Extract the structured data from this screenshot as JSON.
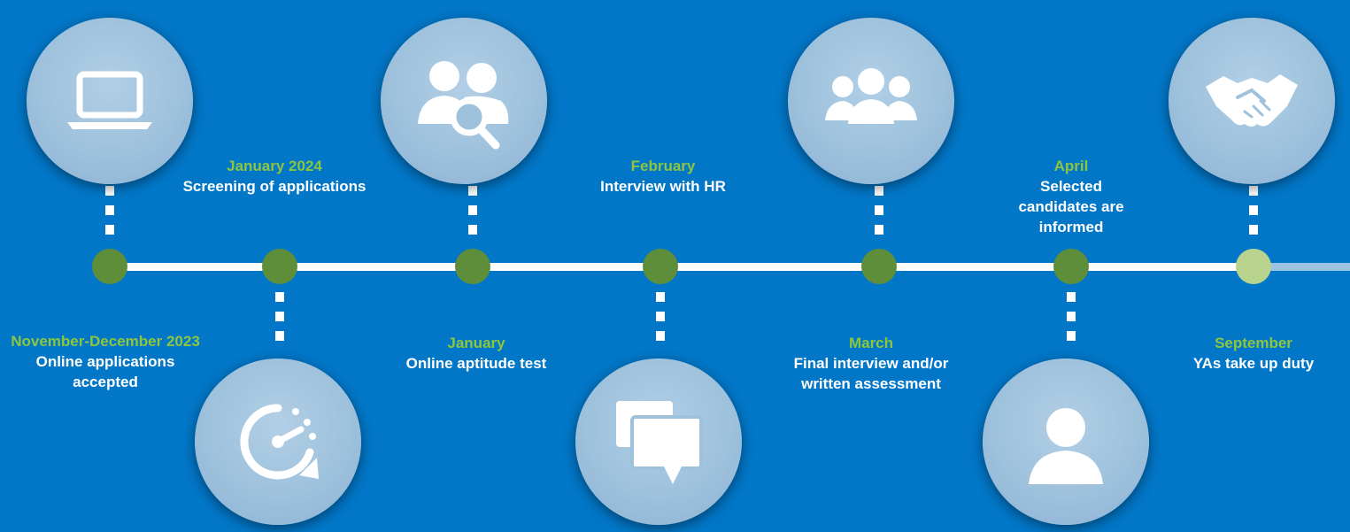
{
  "colors": {
    "background": "#0277c8",
    "date_text": "#8cc63f",
    "node": "#5e8e3a",
    "node_last": "#b9d48f",
    "line": "#ffffff"
  },
  "steps": [
    {
      "date": "November-December 2023",
      "description": "Online applications accepted",
      "icon": "laptop-icon"
    },
    {
      "date": "January 2024",
      "description": "Screening of applications",
      "icon": "clock-refresh-icon"
    },
    {
      "date": "January",
      "description": "Online aptitude test",
      "icon": "users-search-icon"
    },
    {
      "date": "February",
      "description": "Interview with HR",
      "icon": "chat-bubbles-icon"
    },
    {
      "date": "March",
      "description": "Final interview and/or written assessment",
      "icon": "group-icon"
    },
    {
      "date": "April",
      "description": "Selected candidates are informed",
      "icon": "person-icon"
    },
    {
      "date": "September",
      "description": "YAs take up duty",
      "icon": "handshake-icon"
    }
  ]
}
